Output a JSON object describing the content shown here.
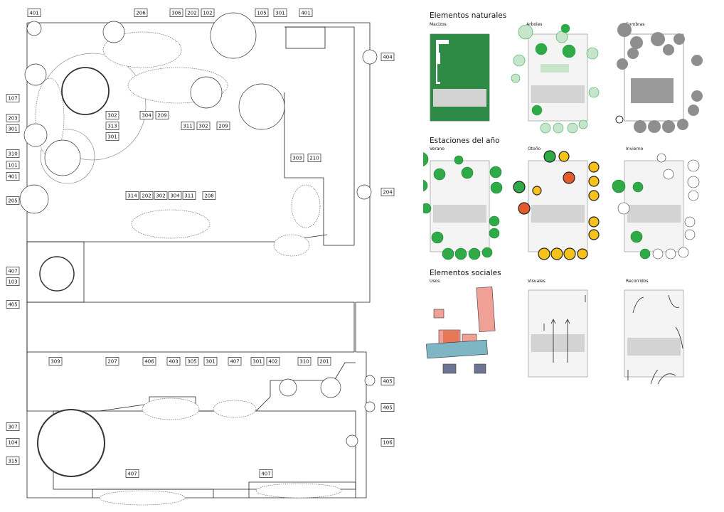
{
  "plan": {
    "tags": [
      "401",
      "206",
      "306",
      "202",
      "102",
      "105",
      "301",
      "401",
      "404",
      "107",
      "302",
      "304",
      "209",
      "313",
      "203",
      "301",
      "311",
      "302",
      "209",
      "301",
      "310",
      "303",
      "210",
      "101",
      "401",
      "204",
      "314",
      "202",
      "302",
      "304",
      "311",
      "208",
      "205",
      "407",
      "103",
      "405",
      "309",
      "207",
      "406",
      "403",
      "305",
      "301",
      "407",
      "301",
      "402",
      "310",
      "201",
      "405",
      "405",
      "307",
      "104",
      "106",
      "315",
      "407",
      "407"
    ]
  },
  "panels": {
    "natural": {
      "title": "Elementos naturales",
      "macizos": "Macizos",
      "arboles": "Arboles",
      "sombras": "Sombras"
    },
    "seasons": {
      "title": "Estaciones del año",
      "verano": "Verano",
      "otono": "Otoño",
      "invierno": "Invierno"
    },
    "social": {
      "title": "Elementos sociales",
      "usos": "Usos",
      "visuales": "Visuales",
      "recorridos": "Recorridos"
    }
  },
  "colors": {
    "green": "#2eaa47",
    "dark_green": "#3a8a52",
    "light_green": "#c7e4cc",
    "grey": "#d3d3d3",
    "shadow": "#8e8e8e",
    "yellow": "#f5c21b",
    "red": "#e35b2d",
    "pink": "#f0a095",
    "teal": "#7fb6c6",
    "slate": "#6c7693"
  }
}
